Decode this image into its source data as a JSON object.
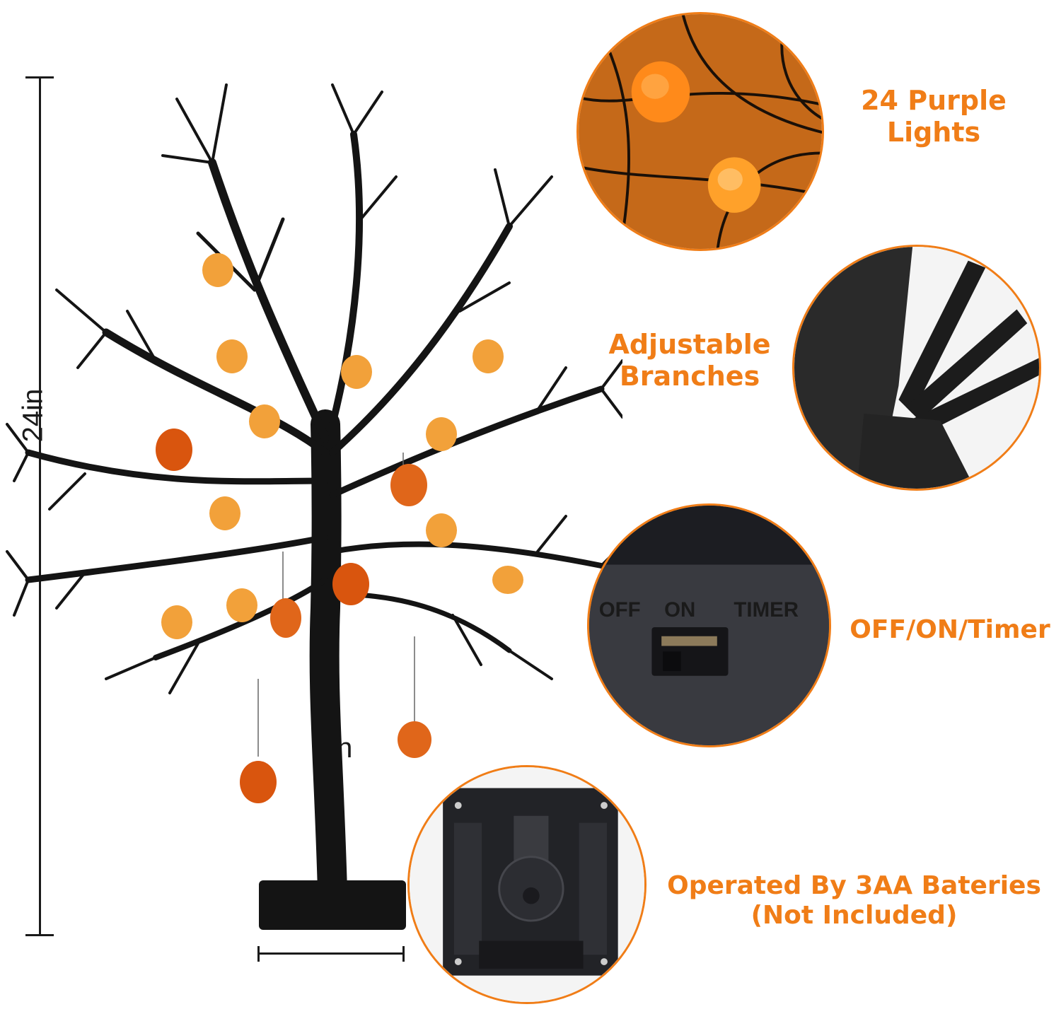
{
  "dimensions": {
    "height_label": "24in",
    "width_label": "4in"
  },
  "features": {
    "lights_line1": "24 Purple",
    "lights_line2": "Lights",
    "branches_line1": "Adjustable",
    "branches_line2": "Branches",
    "switch_label": "OFF/ON/Timer",
    "battery_line1": "Operated By 3AA Bateries",
    "battery_line2": "(Not Included)"
  },
  "switch_panel": {
    "off": "OFF",
    "on": "ON",
    "timer": "TIMER"
  },
  "colors": {
    "accent": "#f07d17",
    "branch": "#141414",
    "pumpkin_light": "#f2a13a",
    "pumpkin_dark": "#d9550e"
  }
}
